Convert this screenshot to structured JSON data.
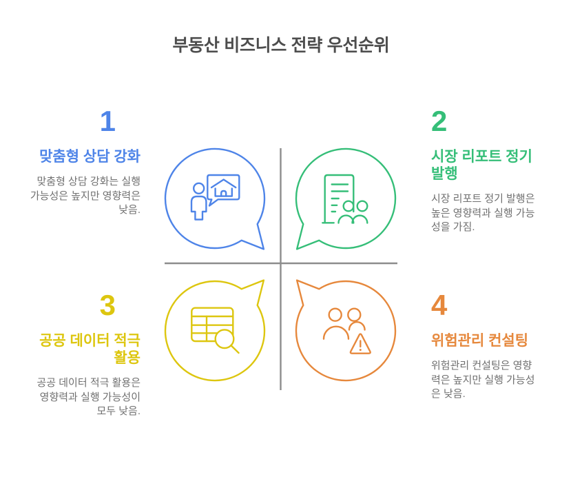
{
  "title": "부동산 비즈니스 전략 우선순위",
  "colors": {
    "blue": "#4E84E8",
    "green": "#35BE78",
    "yellow": "#DDC60F",
    "orange": "#E6883C",
    "title_text": "#4D4D4D",
    "body_text": "#707070",
    "divider": "#8C8C8C"
  },
  "diagram": {
    "type": "quadrant-matrix",
    "description": "2x2 cross with four outlined speech-bubble icons, tails pointing to the center",
    "bubbles": [
      {
        "quadrant": "top-left",
        "color": "#4E84E8",
        "icon": "consult-person-house-icon"
      },
      {
        "quadrant": "top-right",
        "color": "#35BE78",
        "icon": "report-document-people-icon"
      },
      {
        "quadrant": "bottom-left",
        "color": "#DDC60F",
        "icon": "data-table-magnifier-icon"
      },
      {
        "quadrant": "bottom-right",
        "color": "#E6883C",
        "icon": "risk-people-warning-icon"
      }
    ]
  },
  "cards": [
    {
      "number": "1",
      "heading": "맞춤형 상담 강화",
      "body": "맞춤형 상담 강화는 실행 가능성은 높지만 영향력은 낮음.",
      "color": "#4E84E8",
      "icon": "consult-person-house-icon"
    },
    {
      "number": "2",
      "heading": "시장 리포트 정기 발행",
      "body": "시장 리포트 정기 발행은 높은 영향력과 실행 가능성을 가짐.",
      "color": "#35BE78",
      "icon": "report-document-people-icon"
    },
    {
      "number": "3",
      "heading": "공공 데이터 적극 활용",
      "body": "공공 데이터 적극 활용은 영향력과 실행 가능성이 모두 낮음.",
      "color": "#DDC60F",
      "icon": "data-table-magnifier-icon"
    },
    {
      "number": "4",
      "heading": "위험관리 컨설팅",
      "body": "위험관리 컨설팅은 영향력은 높지만 실행 가능성은 낮음.",
      "color": "#E6883C",
      "icon": "risk-people-warning-icon"
    }
  ]
}
